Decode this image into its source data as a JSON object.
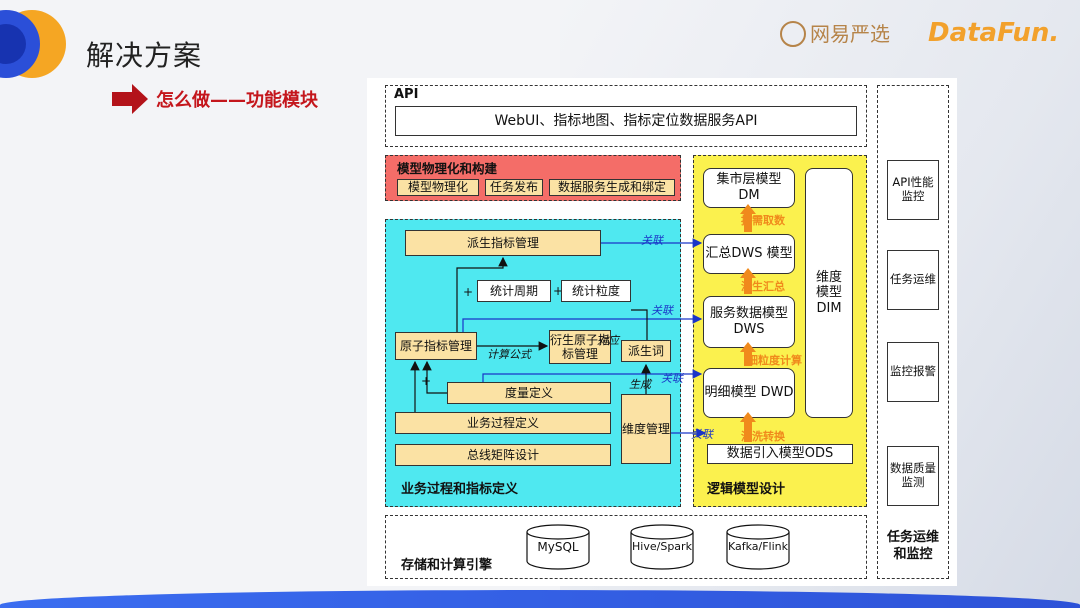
{
  "slide": {
    "title": "解决方案",
    "subtitle": "怎么做——功能模块",
    "brand_netease": "网易严选",
    "brand_datafun": "DataFun."
  },
  "diagram": {
    "api": {
      "header": "API",
      "box": "WebUI、指标地图、指标定位数据服务API"
    },
    "physical": {
      "header": "模型物理化和构建",
      "items": [
        "模型物理化",
        "任务发布",
        "数据服务生成和绑定"
      ]
    },
    "business": {
      "section_label": "业务过程和指标定义",
      "derived_metric_mgmt": "派生指标管理",
      "stat_period": "统计周期",
      "stat_granularity": "统计粒度",
      "atomic_metric_mgmt": "原子指标管理",
      "derived_atomic_mgmt": "衍生原子指标管理",
      "derived_word": "派生词",
      "measure_def": "度量定义",
      "process_def": "业务过程定义",
      "bus_matrix": "总线矩阵设计",
      "dimension_mgmt": "维度管理",
      "plus1": "+",
      "plus2": "+",
      "plus3": "+",
      "formula": "计算公式",
      "correspond": "对应",
      "generate": "生成"
    },
    "logical": {
      "section_label": "逻辑模型设计",
      "dm": "集市层模型 DM",
      "dws_sum": "汇总DWS 模型",
      "dws_service": "服务数据模型 DWS",
      "dwd": "明细模型 DWD",
      "ods": "数据引入模型ODS",
      "dim": "维度模型DIM",
      "arrow_on_demand": "按需取数",
      "arrow_derive_sum": "派生汇总",
      "arrow_fine_calc": "细粒度计算",
      "arrow_clean": "清洗转换"
    },
    "links": [
      "关联",
      "关联",
      "关联",
      "关联"
    ],
    "storage": {
      "section_label": "存储和计算引擎",
      "engines": [
        "MySQL",
        "Hive/Spark",
        "Kafka/Flink"
      ]
    },
    "ops": {
      "items": [
        "API性能监控",
        "任务运维",
        "监控报警",
        "数据质量监测"
      ],
      "section_label": "任务运维和监控"
    }
  },
  "colors": {
    "accent_red": "#c4161c",
    "physical_bg": "#f46d68",
    "business_bg": "#4fe8f0",
    "logical_bg": "#fbf14e",
    "box_tan": "#fbe2a4",
    "link_blue": "#1a34c8",
    "arrow_orange": "#f08a1c"
  }
}
